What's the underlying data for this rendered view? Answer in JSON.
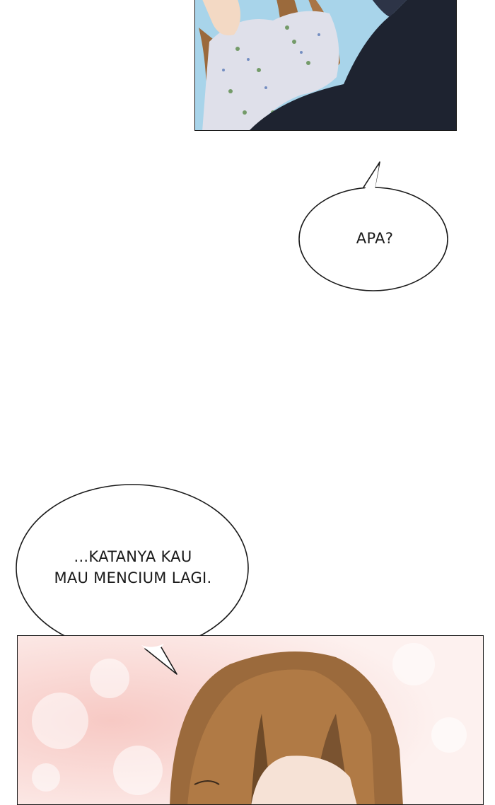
{
  "panels": {
    "top": {
      "description_icon": "panel-illustration"
    },
    "bottom": {
      "description_icon": "panel-illustration"
    }
  },
  "bubbles": {
    "apa": {
      "line1": "APA?"
    },
    "katanya": {
      "line1": "...KATANYA KAU",
      "line2": "MAU MENCIUM LAGI."
    }
  },
  "colors": {
    "sky": "#a8d4ea",
    "jacket": "#1e2330",
    "hair": "#9b6a3c",
    "blouse": "#dfe0ea",
    "pink_bg": "#fbe9e6"
  }
}
